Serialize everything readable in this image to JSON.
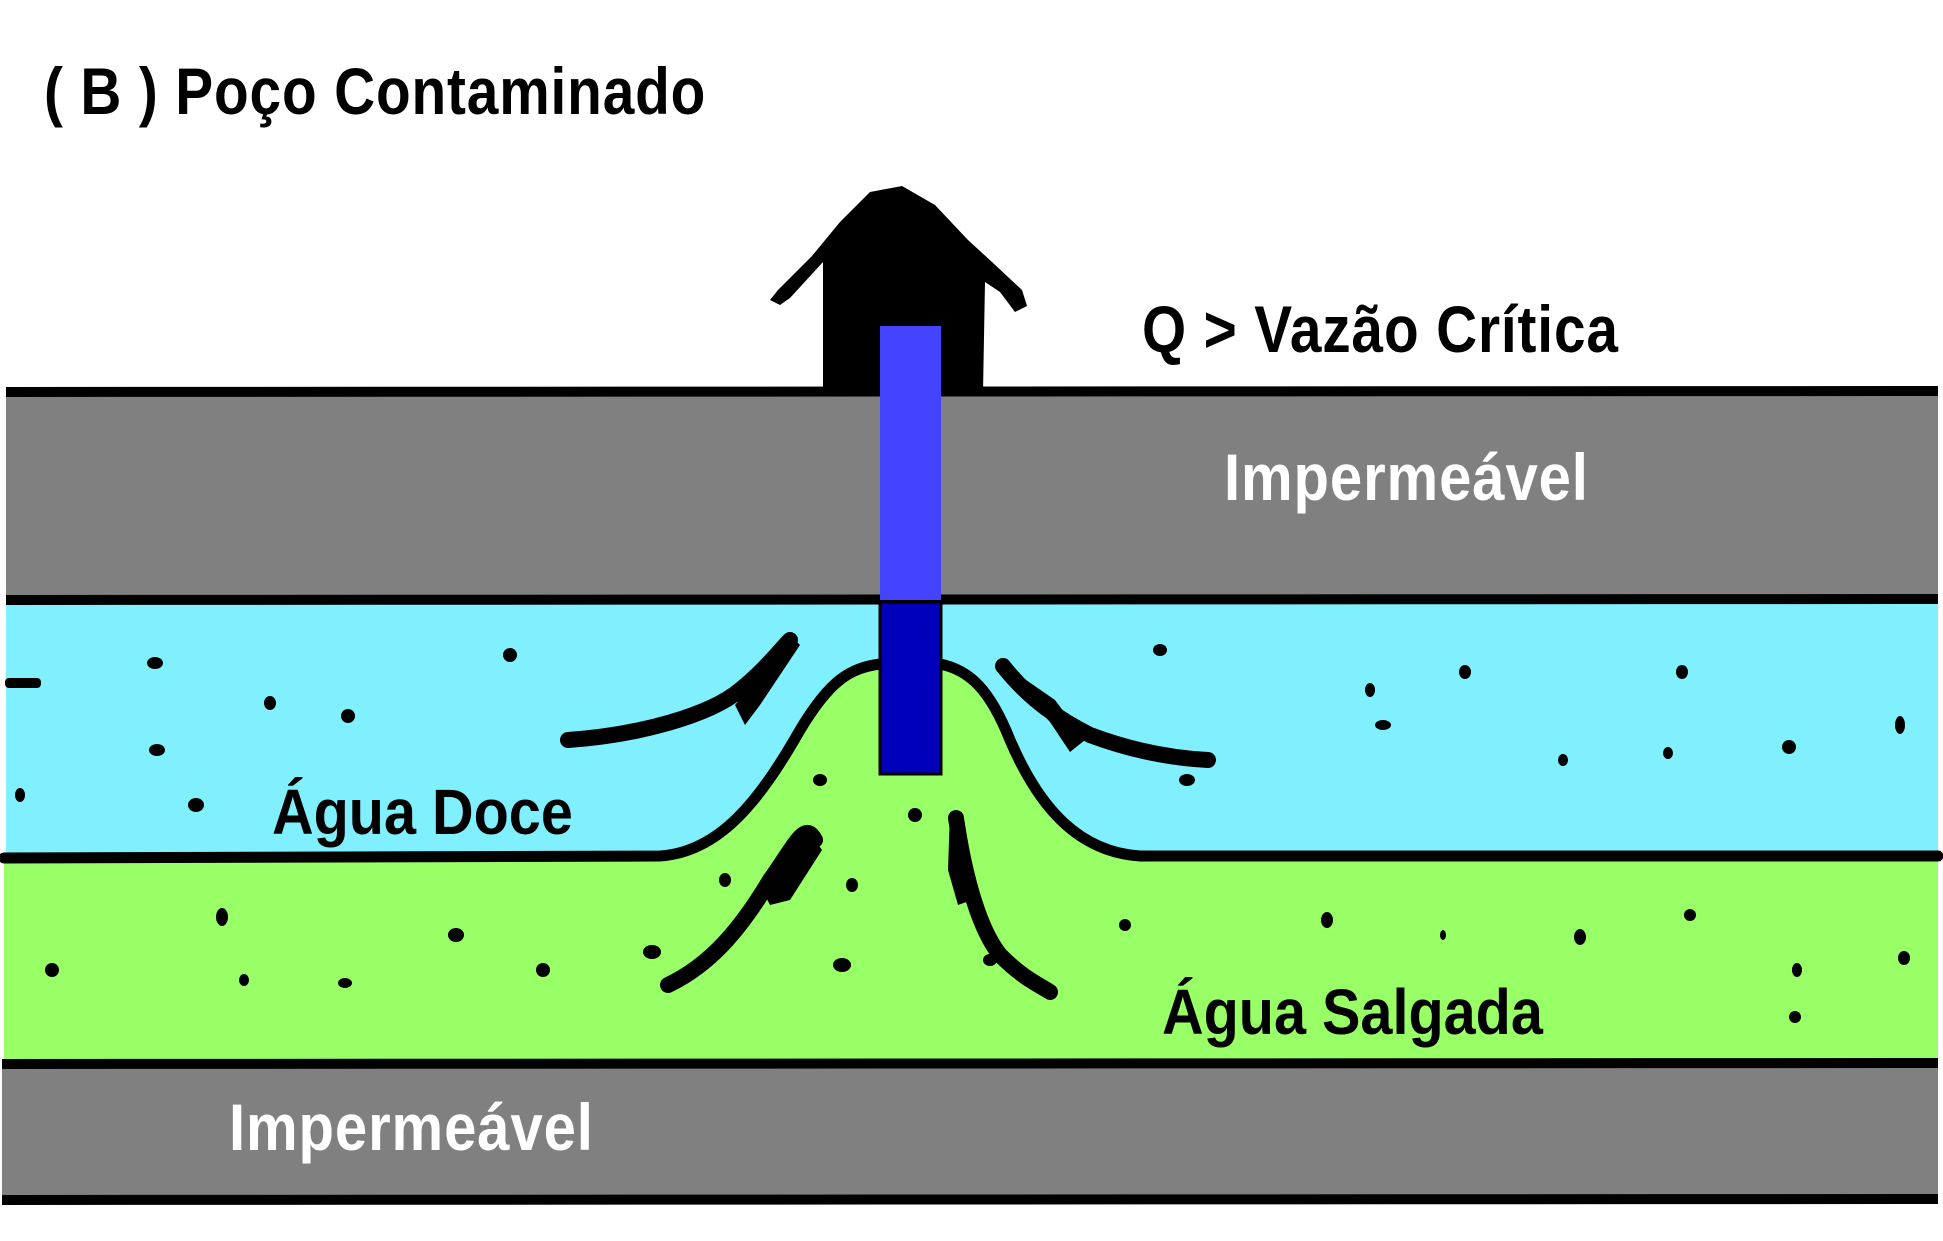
{
  "title": "( B )  Poço Contaminado",
  "flow_condition": "Q > Vazão Crítica",
  "layers": [
    {
      "name": "upper-impermeable",
      "label": "Impermeável",
      "color": "#808080",
      "label_color": "#ffffff"
    },
    {
      "name": "fresh-water-aquifer",
      "label": "Água Doce",
      "color": "#80F0FF",
      "label_color": "#000000"
    },
    {
      "name": "salt-water-aquifer",
      "label": "Água Salgada",
      "color": "#99FF66",
      "label_color": "#000000"
    },
    {
      "name": "lower-impermeable",
      "label": "Impermeável",
      "color": "#808080",
      "label_color": "#ffffff"
    }
  ],
  "well": {
    "casing_color": "#4444FF",
    "screen_color": "#0000BB",
    "house_color": "#000000"
  },
  "annotations": {
    "flow_arrows": "flow lines converging toward the well screen",
    "saltwater_upconing": "cone of salt water rising under the well"
  }
}
